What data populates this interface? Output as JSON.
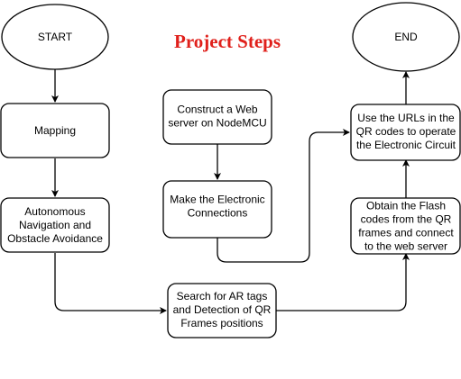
{
  "title": {
    "text": "Project Steps",
    "color": "#e0201b"
  },
  "colors": {
    "stroke": "#000000",
    "fill": "#ffffff",
    "text": "#000000"
  },
  "nodes": {
    "start": {
      "lines": [
        "START"
      ]
    },
    "end": {
      "lines": [
        "END"
      ]
    },
    "mapping": {
      "lines": [
        "Mapping"
      ]
    },
    "navigation": {
      "lines": [
        "Autonomous",
        "Navigation and",
        "Obstacle Avoidance"
      ]
    },
    "web_server": {
      "lines": [
        "Construct a Web",
        "server on NodeMCU"
      ]
    },
    "electronic_connections": {
      "lines": [
        "Make the Electronic",
        "Connections"
      ]
    },
    "search_ar": {
      "lines": [
        "Search for AR tags",
        "and Detection of QR",
        "Frames positions"
      ]
    },
    "obtain_flash": {
      "lines": [
        "Obtain the Flash",
        "codes from the QR",
        "frames and connect",
        "to the web server"
      ]
    },
    "use_urls": {
      "lines": [
        "Use the URLs in the",
        "QR codes to operate",
        "the Electronic Circuit"
      ]
    }
  }
}
